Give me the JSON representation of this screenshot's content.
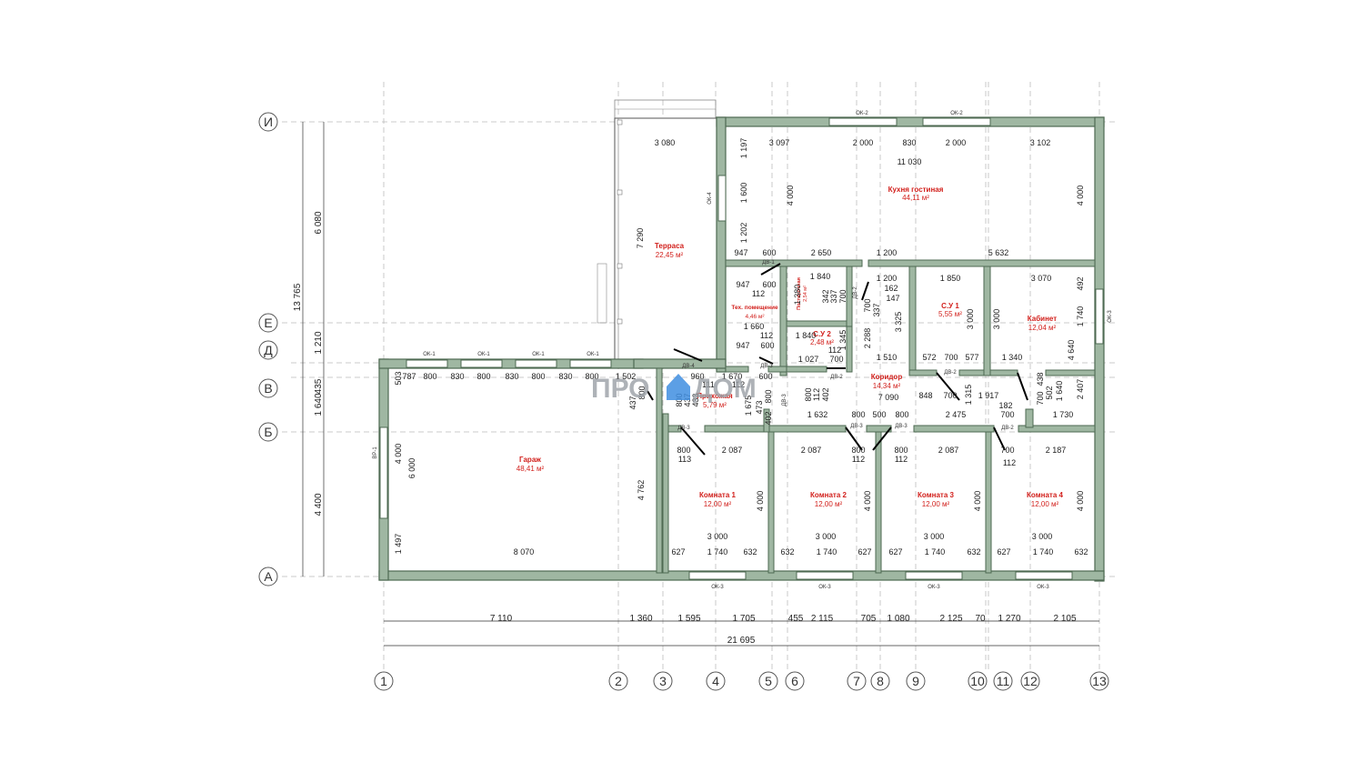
{
  "logo": {
    "left": "ПРО",
    "right": "ДОМ",
    "color": "#3f8ee0"
  },
  "colors": {
    "wall": "#9fb7a2",
    "room_label": "#d2201c",
    "grid": "#bbbbbb"
  },
  "axes": {
    "horizontal": [
      "1",
      "2",
      "3",
      "4",
      "5",
      "6",
      "7",
      "8",
      "9",
      "10",
      "11",
      "12",
      "13"
    ],
    "vertical": [
      "И",
      "Е",
      "Д",
      "В",
      "Б",
      "А"
    ]
  },
  "rooms": [
    {
      "name": "Кухня гостиная",
      "area": "44,11 м²"
    },
    {
      "name": "Терраса",
      "area": "22,45 м²"
    },
    {
      "name": "Тех. помещение",
      "area": "4,46 м²"
    },
    {
      "name": "Постирочная",
      "area": "2,54 м²"
    },
    {
      "name": "С.У 2",
      "area": "2,48 м²"
    },
    {
      "name": "Коридор",
      "area": "14,34 м²"
    },
    {
      "name": "С.У 1",
      "area": "5,55 м²"
    },
    {
      "name": "Кабинет",
      "area": "12,04 м²"
    },
    {
      "name": "Прихожая",
      "area": "5,79 м²"
    },
    {
      "name": "Гараж",
      "area": "48,41 м²"
    },
    {
      "name": "Комната 1",
      "area": "12,00 м²"
    },
    {
      "name": "Комната 2",
      "area": "12,00 м²"
    },
    {
      "name": "Комната 3",
      "area": "12,00 м²"
    },
    {
      "name": "Комната 4",
      "area": "12,00 м²"
    }
  ],
  "bottom_dims": [
    "7 110",
    "1 360",
    "1 595",
    "1 705",
    "455",
    "2 115",
    "705",
    "1 080",
    "2 125",
    "70",
    "1 270",
    "2 105"
  ],
  "total_width": "21 695",
  "left_dims": [
    "6 080",
    "1 210",
    "435",
    "1 640",
    "4 400"
  ],
  "total_height": "13 765",
  "window_tags": {
    "top": [
      "ОК-2",
      "ОК-2"
    ],
    "garage": [
      "ОК-1",
      "ОК-1",
      "ОК-1",
      "ОК-1"
    ],
    "bottom": [
      "ОК-3",
      "ОК-3",
      "ОК-3",
      "ОК-3"
    ],
    "side": [
      "ОК-4",
      "ОК-3",
      "ВР-1"
    ]
  },
  "door_tags": [
    "ДВ-1",
    "ДВ-2",
    "ДВ-2",
    "ДВ-2",
    "ДВ-2",
    "ДВ-3",
    "ДВ-3",
    "ДВ-3",
    "ДВ-3",
    "ДВ-3",
    "ДВ-4"
  ],
  "inner_dims": {
    "kitchen": [
      "3 080",
      "1 197",
      "3 097",
      "2 000",
      "830",
      "2 000",
      "3 102",
      "11 030",
      "1 600",
      "4 000",
      "4 000",
      "1 202",
      "947",
      "600",
      "2 650",
      "1 200",
      "5 632",
      "7 290"
    ],
    "tech": [
      "947",
      "600",
      "112",
      "1 660",
      "112",
      "947",
      "600",
      "1 380"
    ],
    "laundry": [
      "1 840",
      "342",
      "337",
      "700"
    ],
    "wc2": [
      "1 840",
      "1 345",
      "112",
      "1 027",
      "700"
    ],
    "corridor": [
      "1 200",
      "162",
      "147",
      "700",
      "337",
      "2 288",
      "3 325",
      "1 510",
      "7 090",
      "848",
      "700",
      "1 315",
      "1 917",
      "182",
      "700",
      "800",
      "500",
      "800",
      "2 475",
      "1 632",
      "800",
      "112",
      "402",
      "1 730"
    ],
    "wc1": [
      "1 850",
      "3 000",
      "572",
      "700",
      "577"
    ],
    "office": [
      "3 070",
      "3 000",
      "492",
      "1 740",
      "4 640",
      "1 340",
      "438",
      "700",
      "502",
      "1 640",
      "2 407"
    ],
    "hall": [
      "960",
      "111",
      "1 670",
      "112",
      "600",
      "437",
      "800",
      "800",
      "437",
      "433",
      "1 675",
      "473",
      "402",
      "800"
    ],
    "garage": [
      "503",
      "787",
      "800",
      "830",
      "800",
      "830",
      "800",
      "830",
      "800",
      "1 502",
      "4 000",
      "6 000",
      "4 762",
      "1 497",
      "8 070"
    ],
    "rooms": [
      "800",
      "2 087",
      "113",
      "2 087",
      "800",
      "112",
      "800",
      "2 087",
      "112",
      "700",
      "2 187",
      "112",
      "4 000",
      "4 000",
      "4 000",
      "4 000",
      "3 000",
      "3 000",
      "3 000",
      "3 000",
      "627",
      "1 740",
      "632",
      "632",
      "1 740",
      "627",
      "627",
      "1 740",
      "632",
      "627",
      "1 740",
      "632"
    ]
  }
}
